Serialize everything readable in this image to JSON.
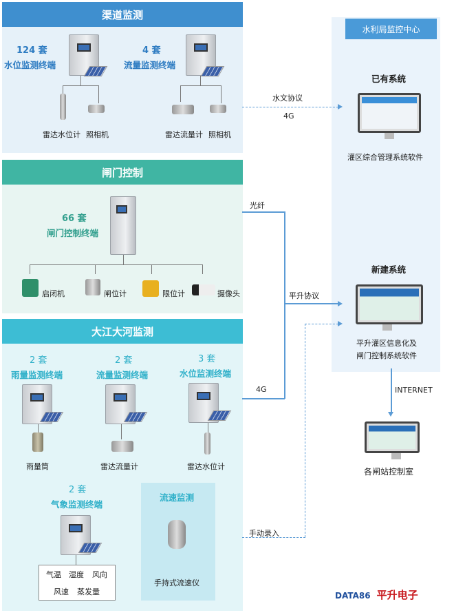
{
  "canal": {
    "title": "渠道监测",
    "left": {
      "count": "124 套",
      "name": "水位监测终端",
      "sensors": [
        "雷达水位计",
        "照相机"
      ]
    },
    "right": {
      "count": "4 套",
      "name": "流量监测终端",
      "sensors": [
        "雷达流量计",
        "照相机"
      ]
    }
  },
  "gate": {
    "title": "闸门控制",
    "count": "66 套",
    "name": "闸门控制终端",
    "devices": [
      "启闭机",
      "闸位计",
      "限位计",
      "摄像头"
    ]
  },
  "river": {
    "title": "大江大河监测",
    "terminals": [
      {
        "count": "2 套",
        "name": "雨量监测终端",
        "sensor": "雨量筒"
      },
      {
        "count": "2 套",
        "name": "流量监测终端",
        "sensor": "雷达流量计"
      },
      {
        "count": "3 套",
        "name": "水位监测终端",
        "sensor": "雷达水位计"
      }
    ],
    "weather": {
      "count": "2 套",
      "name": "气象监测终端",
      "items": [
        "气温",
        "湿度",
        "风向",
        "风速",
        "蒸发量"
      ]
    },
    "velocity": {
      "title": "流速监测",
      "device": "手持式流速仪"
    }
  },
  "links": {
    "hydro": "水文协议",
    "g4a": "4G",
    "fiber": "光纤",
    "pingsheng": "平升协议",
    "g4b": "4G",
    "manual": "手动录入",
    "internet": "INTERNET"
  },
  "center": {
    "title": "水利局监控中心",
    "existing": {
      "title": "已有系统",
      "caption": "灌区综合管理系统软件"
    },
    "new": {
      "title": "新建系统",
      "caption1": "平升灌区信息化及",
      "caption2": "闸门控制系统软件"
    },
    "station": "各闸站控制室"
  },
  "logo": {
    "en": "DATA86",
    "cn": "平升电子"
  },
  "colors": {
    "blue": "#3f8fcf",
    "teal": "#40b5a3",
    "cyan": "#3dbdd4"
  }
}
